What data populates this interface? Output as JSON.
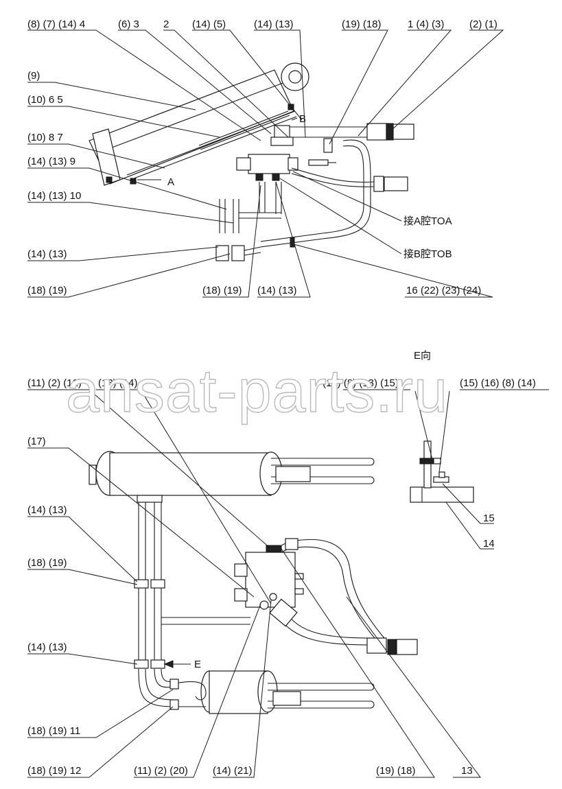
{
  "watermark": "ansat-parts.ru",
  "top_view": {
    "labels": [
      "(8) (7) (14) 4",
      "(6) 3",
      "2",
      "(14) (5)",
      "(14) (13)",
      "(19) (18)",
      "1 (4) (3)",
      "(2) (1)",
      "(9)",
      "(10) 6 5",
      "(10) 8 7",
      "(14) (13) 9",
      "(14) (13) 10",
      "(14) (13)",
      "(18) (19)",
      "(18) (19)",
      "(14) (13)",
      "16 (22) (23) (24)"
    ],
    "port_a": "接A腔TOA",
    "port_b": "接B腔TOB",
    "point_a": "A",
    "point_b": "B"
  },
  "bottom_view": {
    "labels": [
      "(11) (2) (12)",
      "(13) (14)",
      "(17)",
      "(14) (13)",
      "(18) (19)",
      "(14) (13)",
      "(18) (19) 11",
      "(18) (19) 12",
      "(11) (2) (20)",
      "(14) (21)",
      "(19) (18)",
      "13"
    ],
    "arrow_e": "E"
  },
  "detail_e": {
    "title": "E向",
    "labels": [
      "(14) (8) (13) (15)",
      "(15) (16) (8) (14)",
      "15",
      "14"
    ]
  }
}
